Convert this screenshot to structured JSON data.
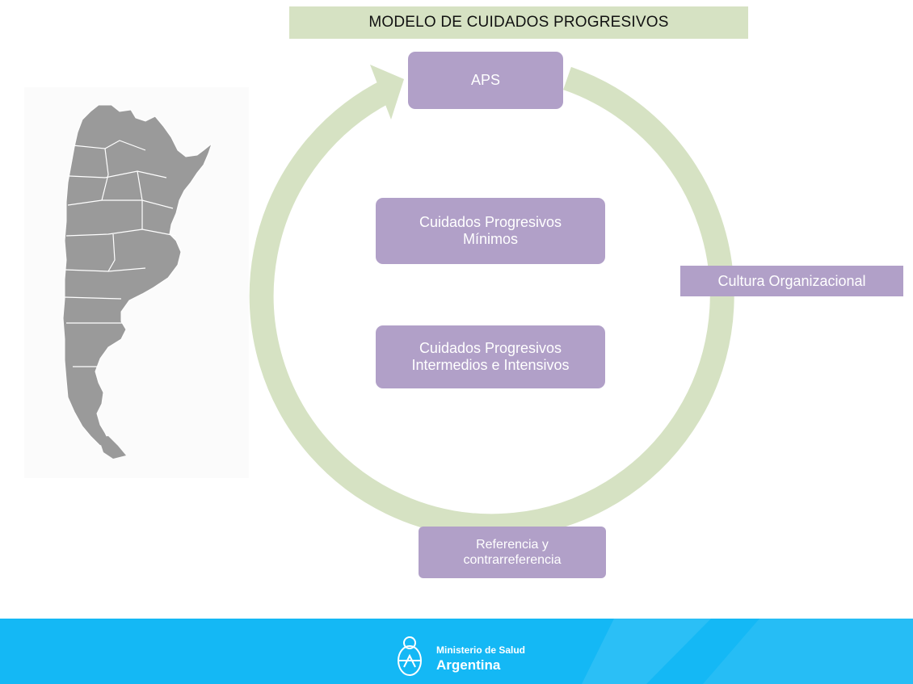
{
  "title": "MODELO DE CUIDADOS PROGRESIVOS",
  "nodes": {
    "aps": "APS",
    "minimos": "Cuidados Progresivos\nMínimos",
    "intermedios": "Cuidados Progresivos\nIntermedios e Intensivos",
    "referencia": "Referencia y\ncontrarreferencia"
  },
  "side_label": "Cultura Organizacional",
  "footer": {
    "ministry": "Ministerio de Salud",
    "country": "Argentina"
  },
  "colors": {
    "cycle": "#d6e2c3",
    "box": "#b1a0c8",
    "footer": "#14b8f5",
    "map": "#9a9a9a"
  }
}
